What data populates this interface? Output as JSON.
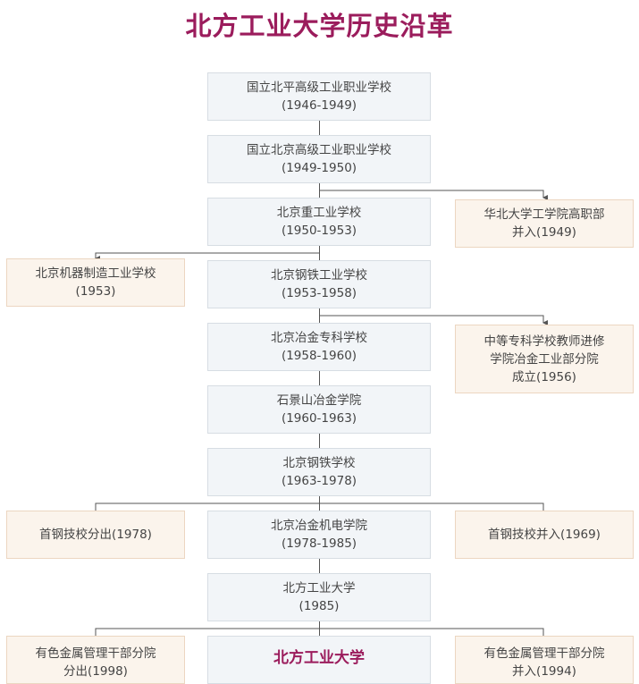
{
  "title": "北方工业大学历史沿革",
  "main": [
    {
      "name": "国立北平高级工业职业学校",
      "years": "(1946-1949)"
    },
    {
      "name": "国立北京高级工业职业学校",
      "years": "(1949-1950)"
    },
    {
      "name": "北京重工业学校",
      "years": "(1950-1953)"
    },
    {
      "name": "北京钢铁工业学校",
      "years": "(1953-1958)"
    },
    {
      "name": "北京冶金专科学校",
      "years": "(1958-1960)"
    },
    {
      "name": "石景山冶金学院",
      "years": "(1960-1963)"
    },
    {
      "name": "北京钢铁学校",
      "years": "(1963-1978)"
    },
    {
      "name": "北京冶金机电学院",
      "years": "(1978-1985)"
    },
    {
      "name": "北方工业大学",
      "years": "(1985)"
    },
    {
      "name": "北方工业大学",
      "years": ""
    }
  ],
  "side": [
    {
      "line1": "华北大学工学院高职部",
      "line2": "并入(1949)",
      "line3": ""
    },
    {
      "line1": "北京机器制造工业学校",
      "line2": "(1953)",
      "line3": ""
    },
    {
      "line1": "中等专科学校教师进修",
      "line2": "学院冶金工业部分院",
      "line3": "成立(1956)"
    },
    {
      "line1": "首钢技校分出(1978)",
      "line2": "",
      "line3": ""
    },
    {
      "line1": "首钢技校并入(1969)",
      "line2": "",
      "line3": ""
    },
    {
      "line1": "有色金属管理干部分院",
      "line2": "分出(1998)",
      "line3": ""
    },
    {
      "line1": "有色金属管理干部分院",
      "line2": "并入(1994)",
      "line3": ""
    }
  ],
  "colors": {
    "title": "#9b1c5c",
    "main_fill": "#f2f5f8",
    "side_fill": "#fbf4ec",
    "line": "#555555"
  }
}
